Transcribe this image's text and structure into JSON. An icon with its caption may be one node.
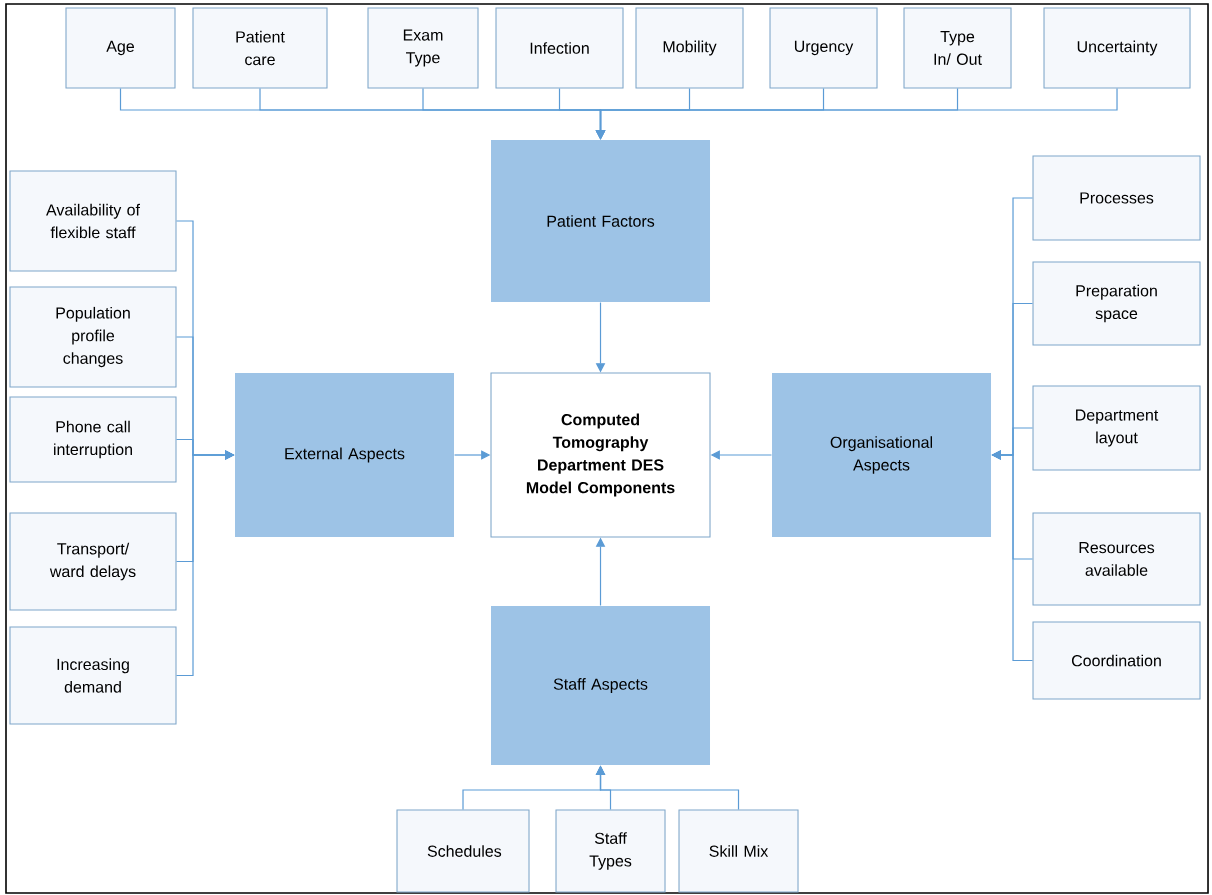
{
  "diagram": {
    "nodes": [
      {
        "text": [
          "Age"
        ]
      },
      {
        "text": [
          "Patient care"
        ]
      },
      {
        "text": [
          "Exam Type"
        ]
      },
      {
        "text": [
          "Infection"
        ]
      },
      {
        "text": [
          "Mobility"
        ]
      },
      {
        "text": [
          "Urgency"
        ]
      },
      {
        "text": [
          "Type In/ Out"
        ]
      },
      {
        "text": [
          "Uncertainty"
        ]
      },
      {
        "text": [
          "Patient Factors"
        ]
      },
      {
        "text": [
          "Availability of flexible staff"
        ]
      },
      {
        "text": [
          "Population profile changes"
        ]
      },
      {
        "text": [
          "Phone call interruption"
        ]
      },
      {
        "text": [
          "Transport/ ward delays"
        ]
      },
      {
        "text": [
          "Increasing demand"
        ]
      },
      {
        "text": [
          "External Aspects"
        ]
      },
      {
        "text": [
          "Computed Tomography Department DES Model Components"
        ]
      },
      {
        "text": [
          "Organisational Aspects"
        ]
      },
      {
        "text": [
          "Processes"
        ]
      },
      {
        "text": [
          "Preparation space"
        ]
      },
      {
        "text": [
          "Department layout"
        ]
      },
      {
        "text": [
          "Resources available"
        ]
      },
      {
        "text": [
          "Coordination"
        ]
      },
      {
        "text": [
          "Staff Aspects"
        ]
      },
      {
        "text": [
          "Schedules"
        ]
      },
      {
        "text": [
          "Staff Types"
        ]
      },
      {
        "text": [
          "Skill Mix"
        ]
      }
    ],
    "edges": [
      {
        "from": 0,
        "to": 8,
        "arrow": "to"
      },
      {
        "from": 1,
        "to": 8,
        "arrow": "to"
      },
      {
        "from": 2,
        "to": 8,
        "arrow": "to"
      },
      {
        "from": 3,
        "to": 8,
        "arrow": "to"
      },
      {
        "from": 4,
        "to": 8,
        "arrow": "to"
      },
      {
        "from": 5,
        "to": 8,
        "arrow": "to"
      },
      {
        "from": 6,
        "to": 8,
        "arrow": "to"
      },
      {
        "from": 7,
        "to": 8,
        "arrow": "to"
      },
      {
        "from": 8,
        "to": 15,
        "arrow": "to"
      },
      {
        "from": 9,
        "to": 14,
        "arrow": "to"
      },
      {
        "from": 10,
        "to": 14,
        "arrow": "to"
      },
      {
        "from": 11,
        "to": 14,
        "arrow": "to"
      },
      {
        "from": 12,
        "to": 14,
        "arrow": "to"
      },
      {
        "from": 13,
        "to": 14,
        "arrow": "to"
      },
      {
        "from": 14,
        "to": 15,
        "arrow": "to"
      },
      {
        "from": 16,
        "to": 15,
        "arrow": "to"
      },
      {
        "from": 17,
        "to": 16,
        "arrow": "to"
      },
      {
        "from": 18,
        "to": 16,
        "arrow": "to"
      },
      {
        "from": 19,
        "to": 16,
        "arrow": "to"
      },
      {
        "from": 20,
        "to": 16,
        "arrow": "to"
      },
      {
        "from": 21,
        "to": 16,
        "arrow": "to"
      },
      {
        "from": 22,
        "to": 15,
        "arrow": "to"
      },
      {
        "from": 23,
        "to": 22,
        "arrow": "to"
      },
      {
        "from": 24,
        "to": 22,
        "arrow": "to"
      },
      {
        "from": 25,
        "to": 22,
        "arrow": "to"
      }
    ]
  }
}
